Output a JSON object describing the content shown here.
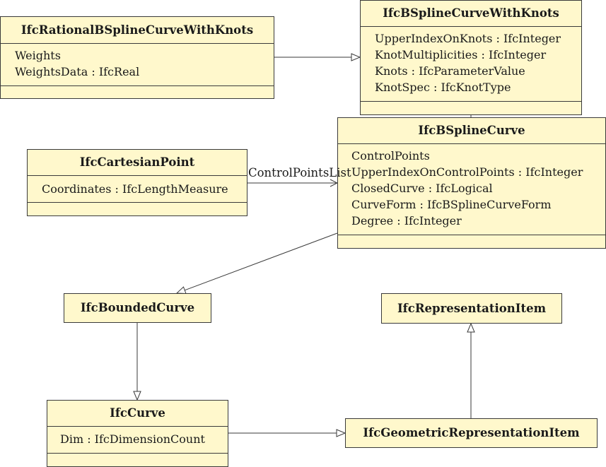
{
  "classes": {
    "rational": {
      "name": "IfcRationalBSplineCurveWithKnots",
      "attributes": [
        "Weights",
        "WeightsData : IfcReal"
      ]
    },
    "withknots": {
      "name": "IfcBSplineCurveWithKnots",
      "attributes": [
        "UpperIndexOnKnots : IfcInteger",
        "KnotMultiplicities : IfcInteger",
        "Knots : IfcParameterValue",
        "KnotSpec : IfcKnotType"
      ]
    },
    "bspline": {
      "name": "IfcBSplineCurve",
      "attributes": [
        "ControlPoints",
        "UpperIndexOnControlPoints : IfcInteger",
        "ClosedCurve : IfcLogical",
        "CurveForm : IfcBSplineCurveForm",
        "Degree : IfcInteger"
      ]
    },
    "cartesian": {
      "name": "IfcCartesianPoint",
      "attributes": [
        "Coordinates : IfcLengthMeasure"
      ]
    },
    "bounded": {
      "name": "IfcBoundedCurve"
    },
    "repitem": {
      "name": "IfcRepresentationItem"
    },
    "curve": {
      "name": "IfcCurve",
      "attributes": [
        "Dim : IfcDimensionCount"
      ]
    },
    "georep": {
      "name": "IfcGeometricRepresentationItem"
    }
  },
  "associations": {
    "control_points_label": "ControlPointsList"
  },
  "colors": {
    "class_fill": "#fff8cc",
    "line": "#3a3a3a"
  }
}
